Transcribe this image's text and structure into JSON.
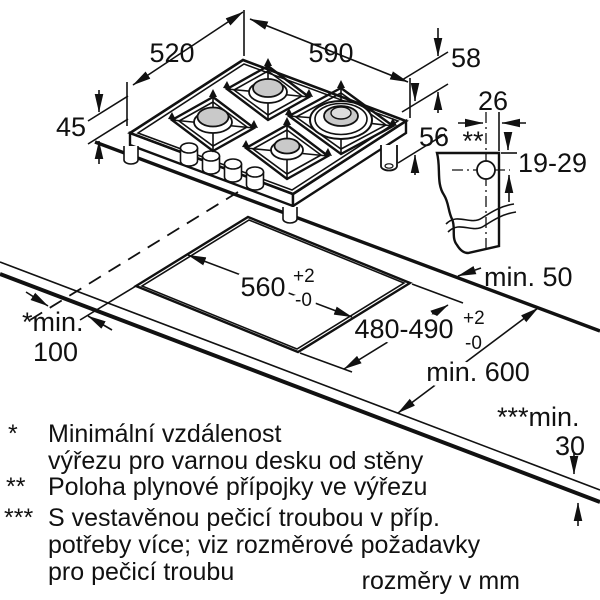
{
  "labels": {
    "d520": "520",
    "d590": "590",
    "d58": "58",
    "d45": "45",
    "d56": "56",
    "d26": "26",
    "d19_29": "19-29",
    "gas_marker": "**",
    "cut_w": "560",
    "cut_w_tol_p": "+2",
    "cut_w_tol_m": "-0",
    "cut_d": "480-490",
    "cut_d_tol_p": "+2",
    "cut_d_tol_m": "-0",
    "min_rear": "min. 50",
    "min_depth": "min. 600",
    "min_side_line1": "*min.",
    "min_side_line2": "100",
    "min_thick_line1": "***min.",
    "min_thick_line2": "30"
  },
  "footnotes": {
    "f1_marker": "*",
    "f1_line1": "Minimální vzdálenost",
    "f1_line2": "výřezu pro varnou desku od stěny",
    "f2_marker": "**",
    "f2_line1": "Poloha plynové přípojky ve výřezu",
    "f3_marker": "***",
    "f3_line1": "S vestavěnou pečicí troubou v příp.",
    "f3_line2": "potřeby více; viz rozměrové požadavky",
    "f3_line3": "pro pečicí troubu",
    "units": "rozměry v mm"
  }
}
